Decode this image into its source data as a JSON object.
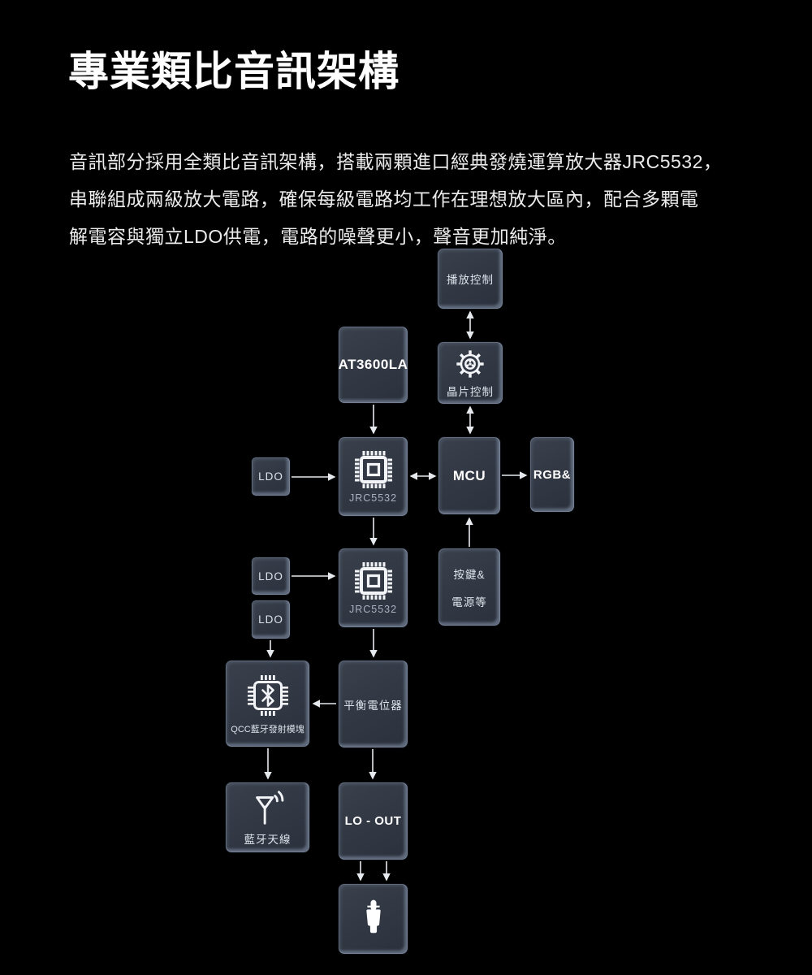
{
  "header": {
    "title": "專業類比音訊架構"
  },
  "paragraph": {
    "lines": [
      "音訊部分採用全類比音訊架構，搭載兩顆進口經典發燒運算放大器JRC5532，",
      "串聯組成兩級放大電路，確保每級電路均工作在理想放大區內，配合多顆電",
      "解電容與獨立LDO供電，電路的噪聲更小，聲音更加純淨。"
    ]
  },
  "diagram": {
    "nodes": {
      "playback_control": {
        "label": "播放控制"
      },
      "chip_control": {
        "label": "晶片控制",
        "icon": "gear-steering-icon"
      },
      "at3600la": {
        "label": "AT3600LA"
      },
      "opamp1": {
        "label": "JRC5532",
        "icon": "chip-icon"
      },
      "mcu": {
        "label": "MCU"
      },
      "rgb": {
        "label": "RGB&"
      },
      "ldo1": {
        "label": "LDO"
      },
      "ldo2": {
        "label": "LDO"
      },
      "ldo3": {
        "label": "LDO"
      },
      "opamp2": {
        "label": "JRC5532",
        "icon": "chip-icon"
      },
      "keys_power": {
        "label_line1": "按鍵&",
        "label_line2": "電源等"
      },
      "bt_module": {
        "label": "QCC藍牙發射模塊",
        "icon": "bluetooth-chip-icon"
      },
      "balance_pot": {
        "label": "平衡電位器"
      },
      "bt_antenna": {
        "label": "藍牙天線",
        "icon": "antenna-icon"
      },
      "lo_out": {
        "label": "LO - OUT"
      },
      "audio_output": {
        "icon": "audio-plug-icon"
      }
    },
    "colors": {
      "background": "#000000",
      "box_fill": "#313844",
      "box_highlight": "#91a0b4",
      "arrow": "#e6e9ed",
      "title_text": "#ffffff",
      "body_text": "#ebebeb",
      "muted_label": "#a9b2bf"
    }
  }
}
